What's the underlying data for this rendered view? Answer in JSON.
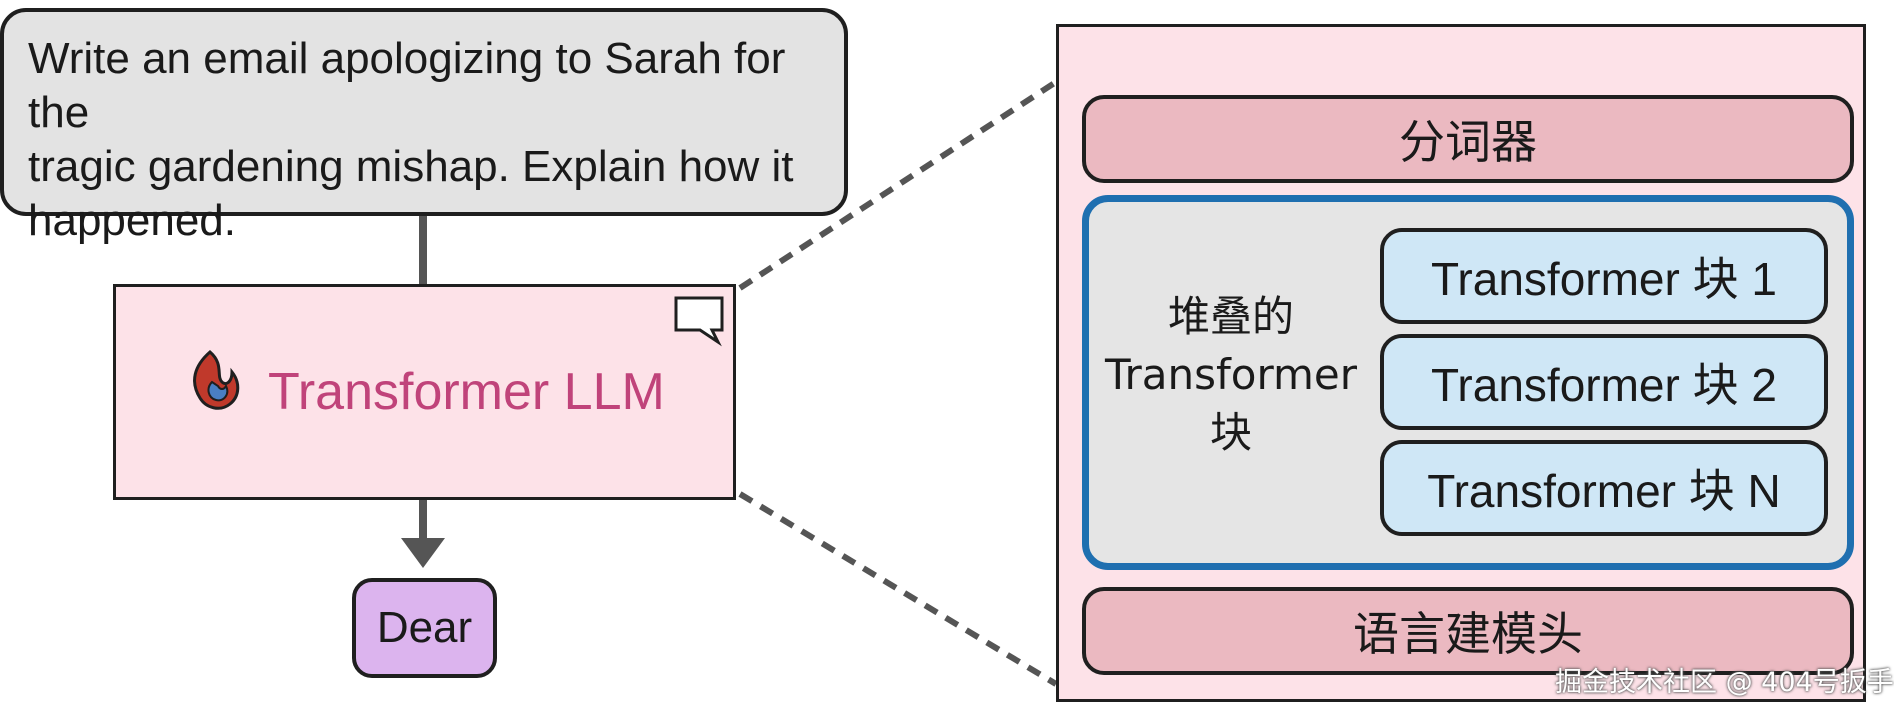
{
  "prompt": {
    "lines": [
      "Write an email apologizing to Sarah for the",
      "tragic gardening mishap. Explain how it",
      "happened."
    ]
  },
  "llm": {
    "label": "Transformer LLM",
    "icon": "fire-icon"
  },
  "output": {
    "token": "Dear"
  },
  "detail": {
    "tokenizer": "分词器",
    "stack_label": [
      "堆叠的",
      "Transformer",
      "块"
    ],
    "blocks": [
      "Transformer 块 1",
      "Transformer 块 2",
      "Transformer 块 N"
    ],
    "lm_head": "语言建模头"
  },
  "watermark": "掘金技术社区 @ 404号扳手",
  "colors": {
    "prompt_bg": "#e3e3e3",
    "llm_bg": "#fde2e8",
    "llm_text": "#c0437a",
    "token_bg": "#dcb4ee",
    "bar_bg": "#ebb9c1",
    "stack_border": "#1f6fb0",
    "block_bg": "#cfe7f6"
  }
}
